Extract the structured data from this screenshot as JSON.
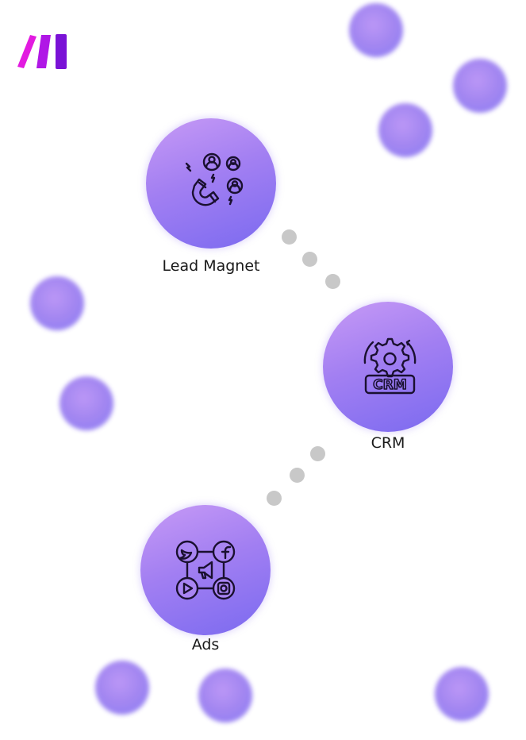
{
  "nodes": [
    {
      "id": "lead-magnet",
      "label": "Lead Magnet",
      "icon": "magnet-people-icon"
    },
    {
      "id": "crm",
      "label": "CRM",
      "icon": "crm-gear-icon"
    },
    {
      "id": "ads",
      "label": "Ads",
      "icon": "social-media-ads-icon"
    }
  ],
  "colors": {
    "node_top": "#c79af5",
    "node_bottom": "#7b6af0",
    "connector": "#c8c8c8",
    "logo": "#c51bf0"
  }
}
